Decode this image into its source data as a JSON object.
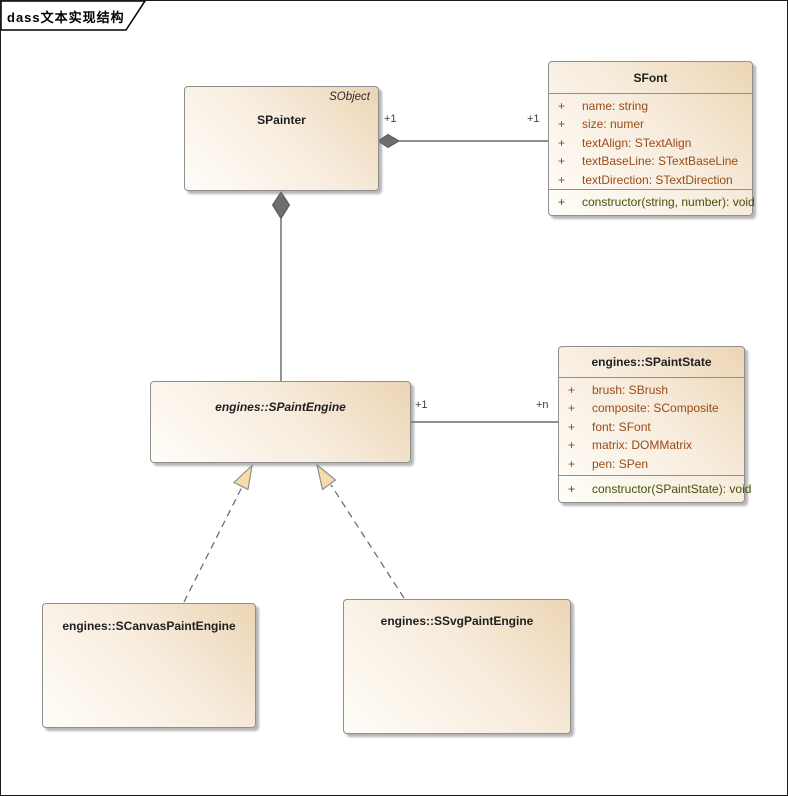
{
  "frame": {
    "tab_title": "dass文本实现结构"
  },
  "classes": {
    "spainter": {
      "name": "SPainter",
      "stereotype": "SObject"
    },
    "sfont": {
      "name": "SFont",
      "attributes": [
        {
          "vis": "+",
          "text": "name: string"
        },
        {
          "vis": "+",
          "text": "size: numer"
        },
        {
          "vis": "+",
          "text": "textAlign: STextAlign"
        },
        {
          "vis": "+",
          "text": "textBaseLine: STextBaseLine"
        },
        {
          "vis": "+",
          "text": "textDirection: STextDirection"
        }
      ],
      "operations": [
        {
          "vis": "+",
          "text": "constructor(string, number): void"
        }
      ]
    },
    "spaintengine": {
      "name": "engines::SPaintEngine"
    },
    "spaintstate": {
      "name": "engines::SPaintState",
      "attributes": [
        {
          "vis": "+",
          "text": "brush: SBrush"
        },
        {
          "vis": "+",
          "text": "composite: SComposite"
        },
        {
          "vis": "+",
          "text": "font: SFont"
        },
        {
          "vis": "+",
          "text": "matrix: DOMMatrix"
        },
        {
          "vis": "+",
          "text": "pen: SPen"
        }
      ],
      "operations": [
        {
          "vis": "+",
          "text": "constructor(SPaintState): void"
        }
      ]
    },
    "scanvas": {
      "name": "engines::SCanvasPaintEngine"
    },
    "ssvg": {
      "name": "engines::SSvgPaintEngine"
    }
  },
  "connectors": {
    "spainter_sfont": {
      "type": "composition",
      "end_source": "+1",
      "end_target": "+1"
    },
    "spainter_spaintengine": {
      "type": "composition"
    },
    "spaintengine_spaintstate": {
      "type": "association",
      "end_source": "+1",
      "end_target": "+n"
    },
    "canvas_generalization": {
      "type": "realization"
    },
    "svg_generalization": {
      "type": "realization"
    }
  },
  "colors": {
    "attribute_text": "#9a4b17",
    "operation_text": "#44530a",
    "multiplicity_text": "#3c3c50",
    "box_border": "#8f8f8f",
    "box_gradient_dark": "#ecd5b4",
    "box_gradient_light": "#fffdf9",
    "arrowhead_fill": "#f5dca8",
    "diamond_fill": "#6e6e6e",
    "line_color": "#4d4d4d"
  }
}
